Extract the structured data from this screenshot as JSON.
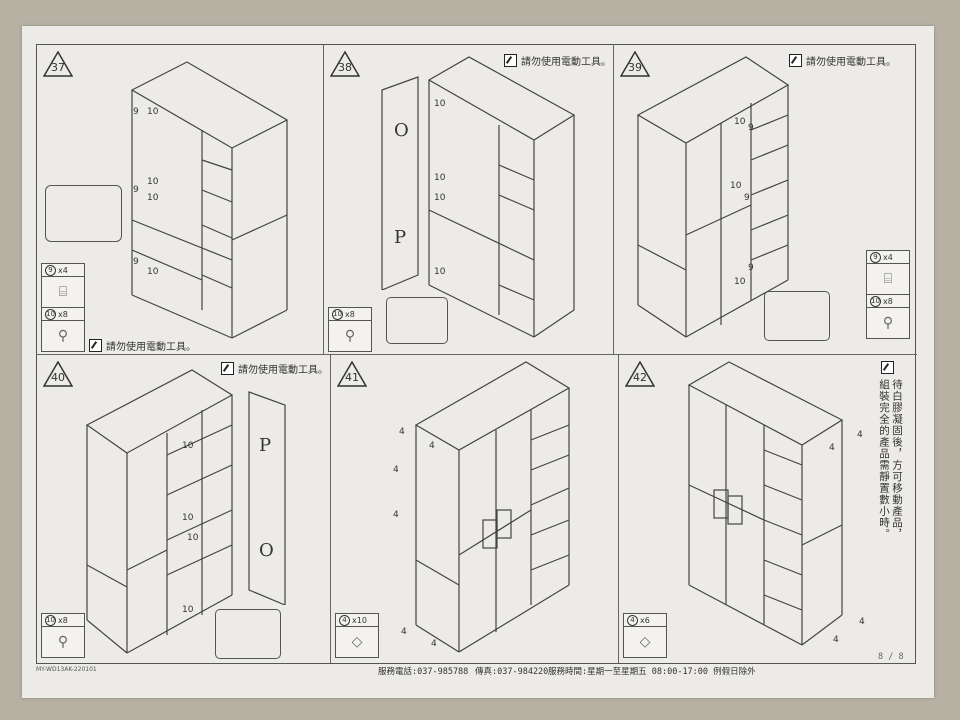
{
  "page": {
    "page_number": "8 / 8",
    "model_code": "MY-WD13AK-220101",
    "footer": {
      "service_phone": "服務電話:037-985788",
      "fax": "傳真:037-984220",
      "service_hours": "服務時間:星期一至星期五 08:00-17:00 例假日除外"
    }
  },
  "warning_text": "請勿使用電動工具。",
  "panels": [
    {
      "step": "37",
      "warning": "請勿使用電動工具。",
      "parts": [
        {
          "id": "9",
          "qty": "x4",
          "icon": "hinge-icon"
        },
        {
          "id": "10",
          "qty": "x8",
          "icon": "screw-icon"
        }
      ],
      "callouts": [
        "9",
        "10",
        "10",
        "9",
        "10",
        "9",
        "10"
      ]
    },
    {
      "step": "38",
      "warning": "請勿使用電動工具。",
      "door_labels": [
        "O",
        "P"
      ],
      "parts": [
        {
          "id": "10",
          "qty": "x8",
          "icon": "screw-icon"
        }
      ],
      "callouts": [
        "10",
        "10",
        "10",
        "10"
      ]
    },
    {
      "step": "39",
      "warning": "請勿使用電動工具。",
      "parts": [
        {
          "id": "9",
          "qty": "x4",
          "icon": "hinge-icon"
        },
        {
          "id": "10",
          "qty": "x8",
          "icon": "screw-icon"
        }
      ],
      "callouts": [
        "10",
        "9",
        "10",
        "9",
        "9",
        "10"
      ]
    },
    {
      "step": "40",
      "warning": "請勿使用電動工具。",
      "door_labels": [
        "P",
        "O"
      ],
      "parts": [
        {
          "id": "10",
          "qty": "x8",
          "icon": "screw-icon"
        }
      ],
      "callouts": [
        "10",
        "10",
        "10",
        "10"
      ]
    },
    {
      "step": "41",
      "parts": [
        {
          "id": "4",
          "qty": "x10",
          "icon": "pad-icon"
        }
      ],
      "callouts": [
        "4",
        "4",
        "4",
        "4",
        "4",
        "4"
      ]
    },
    {
      "step": "42",
      "parts": [
        {
          "id": "4",
          "qty": "x6",
          "icon": "pad-icon"
        }
      ],
      "callouts": [
        "4",
        "4",
        "4",
        "4"
      ],
      "note": "待白膠凝固後，方可移動產品，組裝完全的產品需靜置數小時。"
    }
  ]
}
